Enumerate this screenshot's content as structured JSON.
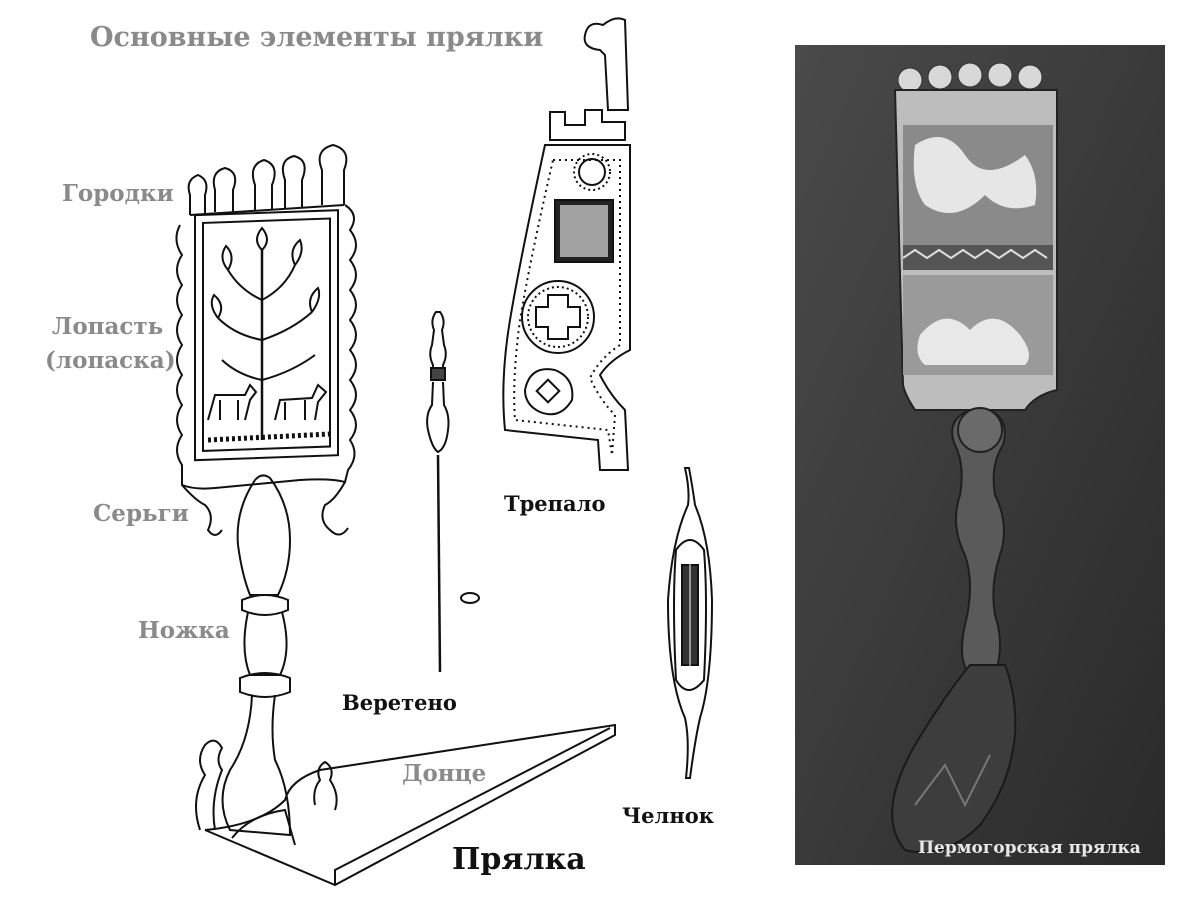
{
  "title": "Основные элементы прялки",
  "labels": {
    "gorodki": "Городки",
    "lopast": "Лопасть",
    "lopaska": "(лопаска)",
    "sergi": "Серьги",
    "nozhka": "Ножка",
    "donce": "Донце",
    "trepalo": "Трепало",
    "vereteno": "Веретено",
    "chelnok": "Челнок",
    "pryalka": "Прялка"
  },
  "photo": {
    "caption": "Пермогорская прялка",
    "background": "#3a3a3a"
  }
}
